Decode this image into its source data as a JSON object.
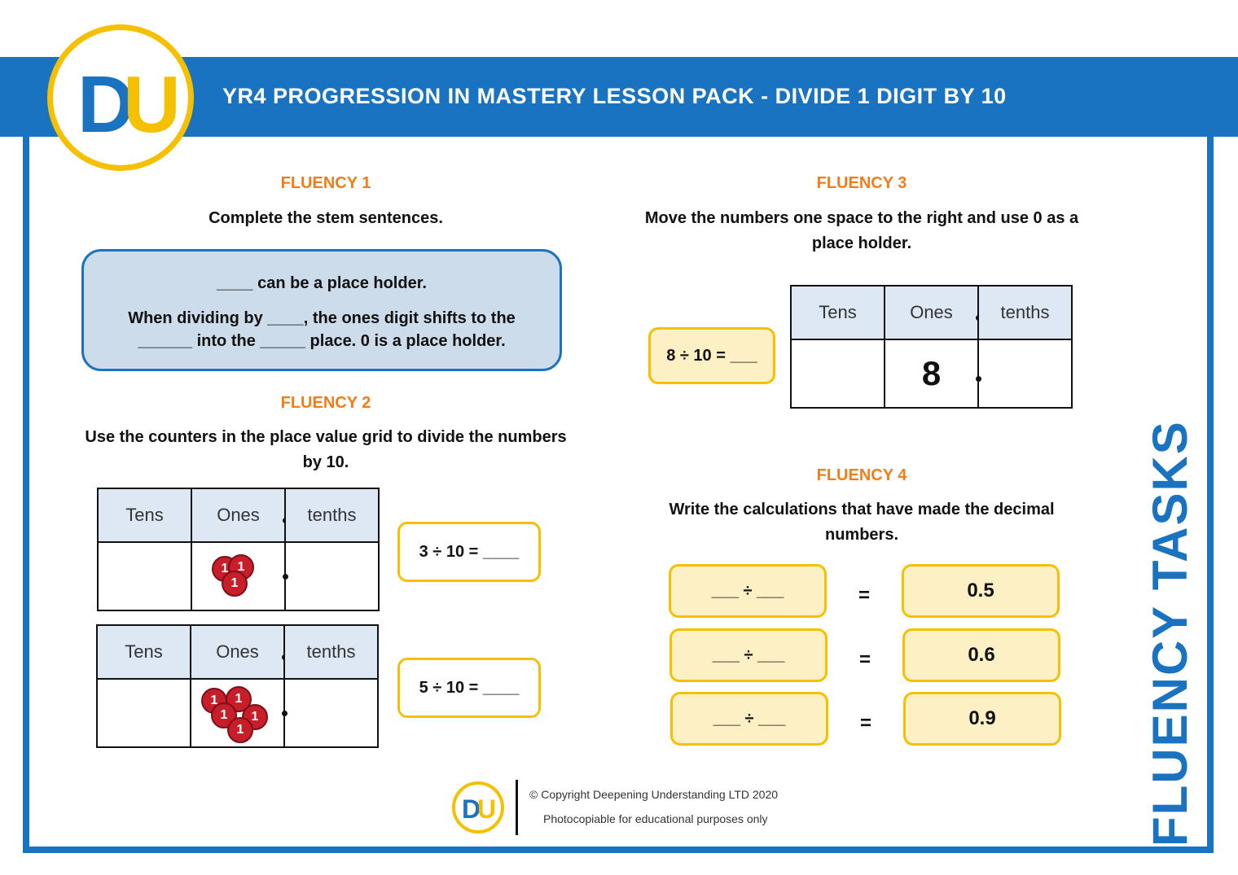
{
  "header": {
    "title": "YR4 PROGRESSION IN MASTERY LESSON PACK - DIVIDE 1 DIGIT BY 10",
    "logo_d": "D",
    "logo_u": "U"
  },
  "colors": {
    "brand_blue": "#1a73c1",
    "brand_yellow": "#f5c000",
    "heading_orange": "#f07d1a",
    "counter_red": "#c81e2a"
  },
  "fluency1": {
    "title": "FLUENCY 1",
    "instruction": "Complete the stem sentences.",
    "line1": "____ can be a place holder.",
    "line2": "When dividing by ____, the ones digit shifts to the",
    "line3": "______ into the _____ place. 0 is a place holder."
  },
  "fluency2": {
    "title": "FLUENCY 2",
    "instruction_line1": "Use the counters in the place value grid to divide the numbers",
    "instruction_line2": "by 10.",
    "columns": [
      "Tens",
      "Ones",
      "tenths"
    ],
    "counter_label": "1",
    "grids": [
      {
        "counters": 3,
        "calc": "3 ÷ 10 = ____"
      },
      {
        "counters": 5,
        "calc": "5 ÷ 10 = ____"
      }
    ]
  },
  "fluency3": {
    "title": "FLUENCY 3",
    "instruction_line1": "Move the numbers one space to the right and use 0 as a",
    "instruction_line2": "place holder.",
    "columns": [
      "Tens",
      "Ones",
      "tenths"
    ],
    "ones_value": "8",
    "calc": "8 ÷ 10 = ___"
  },
  "fluency4": {
    "title": "FLUENCY 4",
    "instruction_line1": "Write the calculations that have made the decimal",
    "instruction_line2": "numbers.",
    "blank_calc": "___ ÷ ___",
    "equals": "=",
    "answers": [
      "0.5",
      "0.6",
      "0.9"
    ]
  },
  "side_title": "FLUENCY TASKS",
  "footer": {
    "copyright": "© Copyright Deepening Understanding LTD 2020",
    "note": "Photocopiable for educational purposes only"
  }
}
